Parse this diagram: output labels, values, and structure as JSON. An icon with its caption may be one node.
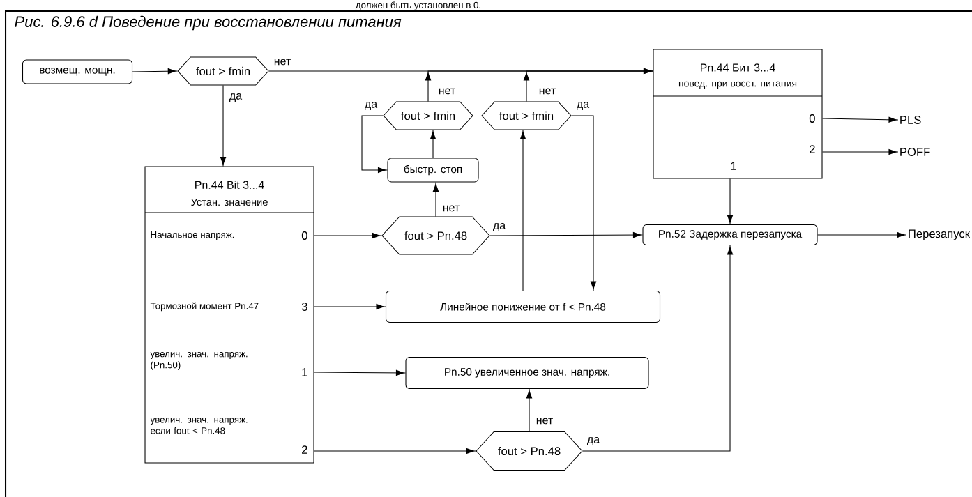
{
  "diagram": {
    "title": "Рис. 6.9.6 d Поведение при восстановлении питания",
    "nodes": [
      {
        "text": [
          "возмещ. мощн."
        ]
      },
      {
        "text": [
          "fout > fmin"
        ]
      },
      {
        "text": [
          "Pn.44 Bit 3...4",
          "Устан. значение",
          "Начальное напряж.",
          "0",
          "Тормозной момент Pn.47",
          "3",
          "увелич. знач. напряж. (Pn.50)",
          "1",
          "увелич. знач. напряж. если fout < Pn.48",
          "2"
        ]
      },
      {
        "text": [
          "fout > fmin"
        ]
      },
      {
        "text": [
          "fout > fmin"
        ]
      },
      {
        "text": [
          "Pn.44 Бит 3...4",
          "повед. при восст. питания",
          "0",
          "2",
          "1"
        ]
      },
      {
        "text": [
          "PLS"
        ]
      },
      {
        "text": [
          "POFF"
        ]
      },
      {
        "text": [
          "быстр. стоп"
        ]
      },
      {
        "text": [
          "fout > Pn.48"
        ]
      },
      {
        "text": [
          "Pn.52 Задержка перезапуска"
        ]
      },
      {
        "text": [
          "Перезапуск"
        ]
      },
      {
        "text": [
          "Линейное понижение от f < Pn.48"
        ]
      },
      {
        "text": [
          "Pn.50 увеличенное знач. напряж."
        ]
      },
      {
        "text": [
          "fout > Pn.48"
        ]
      }
    ],
    "edges": [
      {
        "from": 0,
        "to": 1,
        "arrow": "to"
      },
      {
        "from": 1,
        "to": 5,
        "arrow": "to",
        "label": "нет"
      },
      {
        "from": 1,
        "to": 2,
        "arrow": "to",
        "label": "да"
      },
      {
        "from": 2,
        "to": 9,
        "arrow": "to"
      },
      {
        "from": 2,
        "to": 12,
        "arrow": "to"
      },
      {
        "from": 2,
        "to": 13,
        "arrow": "to"
      },
      {
        "from": 2,
        "to": 14,
        "arrow": "to"
      },
      {
        "from": 9,
        "to": 8,
        "arrow": "to",
        "label": "нет"
      },
      {
        "from": 8,
        "to": 3,
        "arrow": "to"
      },
      {
        "from": 3,
        "to": 8,
        "arrow": "to",
        "label": "да"
      },
      {
        "from": 3,
        "to": 5,
        "arrow": "to",
        "label": "нет"
      },
      {
        "from": 12,
        "to": 4,
        "arrow": "to"
      },
      {
        "from": 4,
        "to": 5,
        "arrow": "to",
        "label": "нет"
      },
      {
        "from": 4,
        "to": 12,
        "arrow": "to",
        "label": "да"
      },
      {
        "from": 9,
        "to": 10,
        "arrow": "to",
        "label": "да"
      },
      {
        "from": 5,
        "to": 10,
        "arrow": "to"
      },
      {
        "from": 14,
        "to": 13,
        "arrow": "to",
        "label": "нет"
      },
      {
        "from": 14,
        "to": 10,
        "arrow": "to",
        "label": "да"
      },
      {
        "from": 10,
        "to": 11,
        "arrow": "to"
      },
      {
        "from": 5,
        "to": 6,
        "arrow": "to"
      },
      {
        "from": 5,
        "to": 7,
        "arrow": "to"
      }
    ],
    "labels": [
      "должен быть установлен в 0."
    ]
  }
}
